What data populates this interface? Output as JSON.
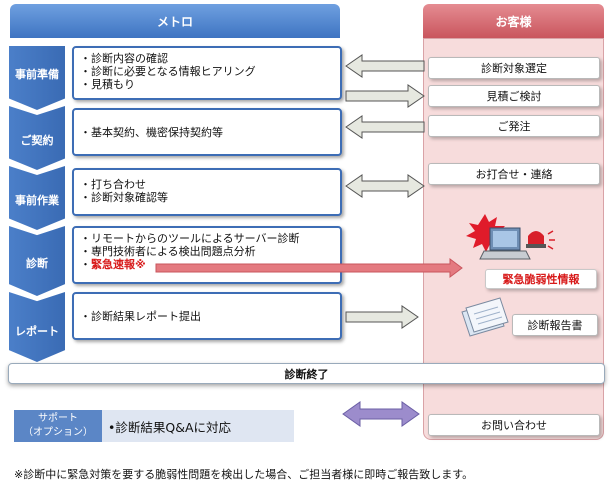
{
  "header": {
    "metro": "メトロ",
    "customer": "お客様"
  },
  "stages": [
    {
      "label": "事前準備"
    },
    {
      "label": "ご契約"
    },
    {
      "label": "事前作業"
    },
    {
      "label": "診断"
    },
    {
      "label": "レポート"
    }
  ],
  "metro_boxes": [
    {
      "lines": [
        "・診断内容の確認",
        "・診断に必要となる情報ヒアリング",
        "・見積もり"
      ]
    },
    {
      "lines": [
        "・基本契約、機密保持契約等"
      ]
    },
    {
      "lines": [
        "・打ち合わせ",
        "・診断対象確認等"
      ]
    },
    {
      "lines": [
        "・リモートからのツールによるサーバー診断",
        "・専門技術者による検出問題点分析",
        "・",
        "緊急速報※"
      ]
    },
    {
      "lines": [
        "・診断結果レポート提出"
      ]
    }
  ],
  "customer_boxes": {
    "target_selection": "診断対象選定",
    "quote_review": "見積ご検討",
    "order": "ご発注",
    "contact": "お打合せ・連絡",
    "urgent_vuln": "緊急脆弱性情報",
    "report": "診断報告書",
    "inquiry": "お問い合わせ"
  },
  "end_bar": "診断終了",
  "support": {
    "label_line1": "サポート",
    "label_line2": "（オプション）",
    "text": "•診断結果Q&Aに対応"
  },
  "footnote": "※診断中に緊急対策を要する脆弱性問題を検出した場合、ご担当者様に即時ご報告致します。",
  "colors": {
    "metro_blue": "#3e74c2",
    "customer_red": "#c9555d",
    "urgent_red": "#d81b1b",
    "arrow_gray": "#e6e8e0",
    "support_arrow": "#9c8ccc"
  },
  "icons": [
    "alert-burst-icon",
    "laptop-icon",
    "siren-icon",
    "report-document-icon"
  ]
}
